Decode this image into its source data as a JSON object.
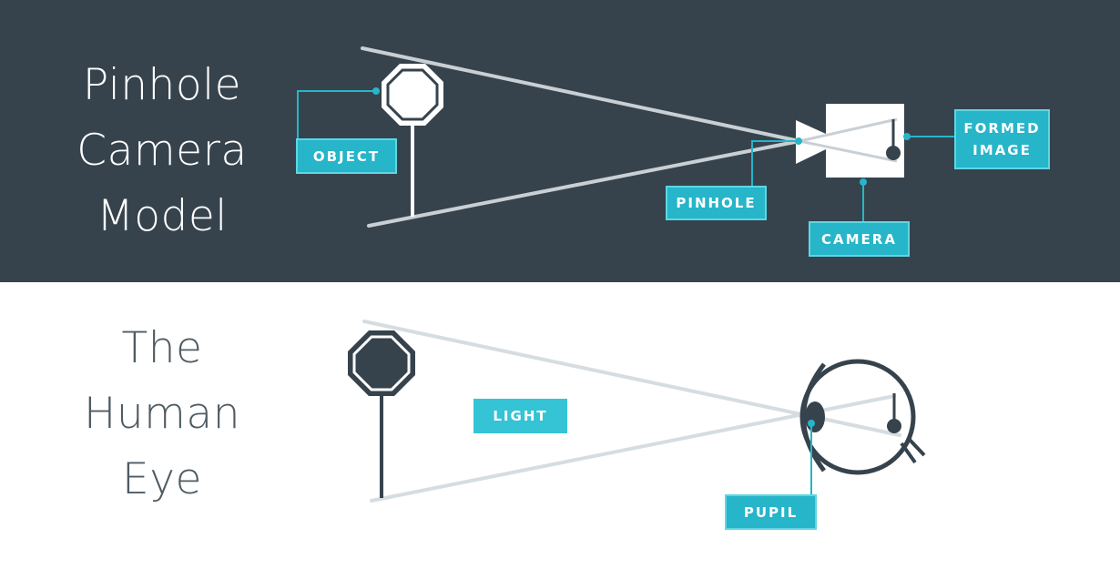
{
  "pinhole": {
    "title_lines": [
      "Pinhole",
      "Camera",
      "Model"
    ],
    "labels": {
      "object": "OBJECT",
      "pinhole": "PINHOLE",
      "camera": "CAMERA",
      "formed_image_line1": "FORMED",
      "formed_image_line2": "IMAGE"
    }
  },
  "eye": {
    "title_lines": [
      "The",
      "Human",
      "Eye"
    ],
    "labels": {
      "light": "LIGHT",
      "pupil": "PUPIL"
    }
  },
  "colors": {
    "dark_background": "#36434d",
    "accent_teal": "#26b5c9",
    "light_background": "#ffffff",
    "dark_stroke": "#36434d"
  }
}
